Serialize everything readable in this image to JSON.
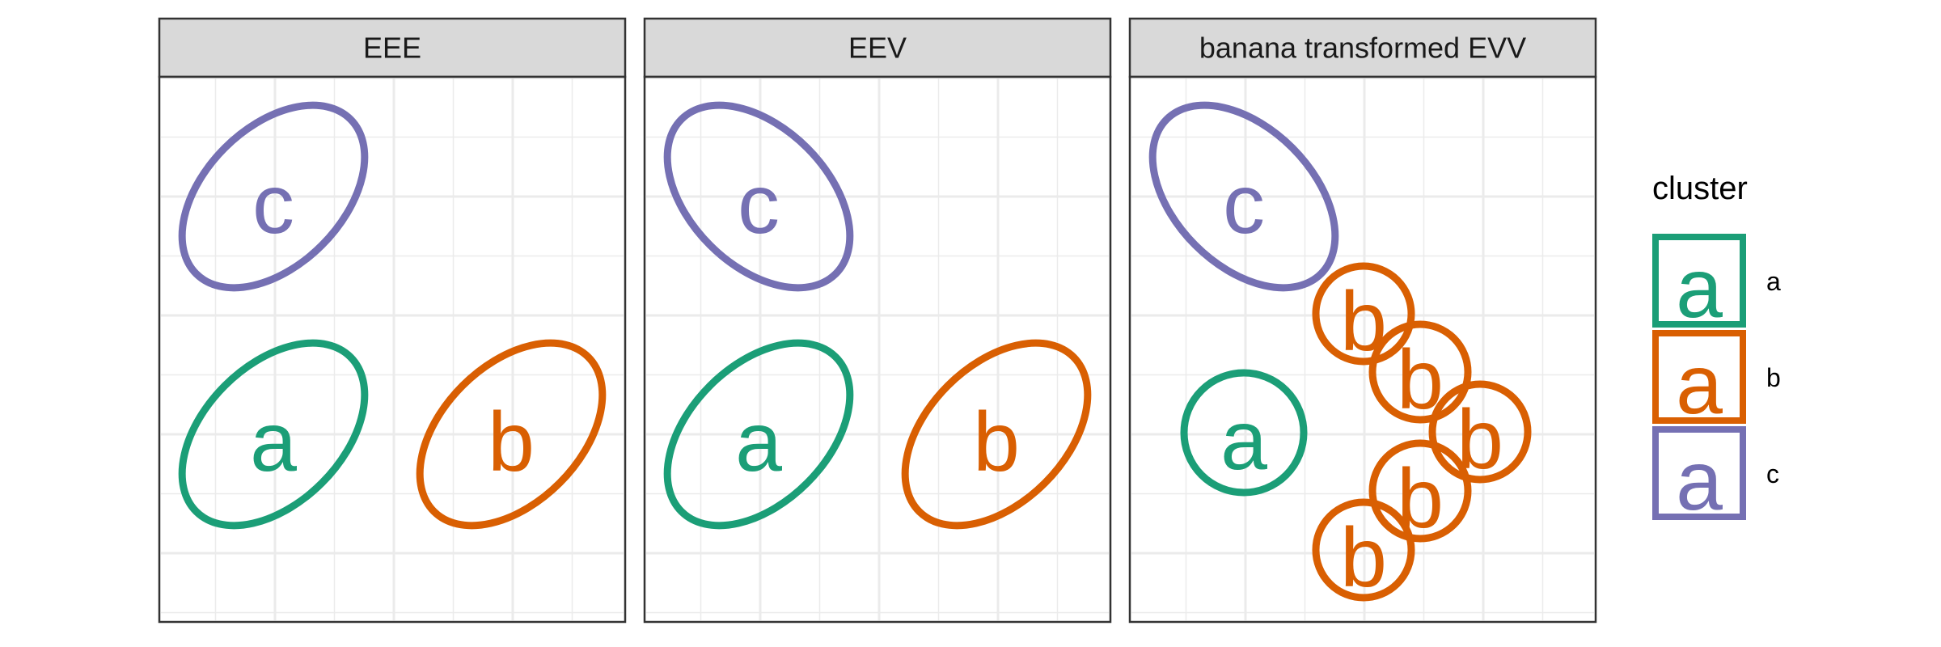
{
  "colors": {
    "a": "#1b9e77",
    "b": "#d95f02",
    "c": "#7570b3",
    "strip_background": "#d9d9d9",
    "panel_border": "#333333",
    "grid": "#ebebeb"
  },
  "panels": [
    {
      "title": "EEE",
      "clusters": [
        {
          "cluster": "c",
          "label": "c",
          "shape": "tilted-ellipse"
        },
        {
          "cluster": "a",
          "label": "a",
          "shape": "tilted-ellipse"
        },
        {
          "cluster": "b",
          "label": "b",
          "shape": "tilted-ellipse"
        }
      ]
    },
    {
      "title": "EEV",
      "clusters": [
        {
          "cluster": "c",
          "label": "c",
          "shape": "tilted-ellipse-reversed"
        },
        {
          "cluster": "a",
          "label": "a",
          "shape": "tilted-ellipse"
        },
        {
          "cluster": "b",
          "label": "b",
          "shape": "tilted-ellipse"
        }
      ]
    },
    {
      "title": "banana transformed EVV",
      "clusters": [
        {
          "cluster": "c",
          "label": "c",
          "shape": "tilted-ellipse-reversed"
        },
        {
          "cluster": "a",
          "label": "a",
          "shape": "circle"
        },
        {
          "cluster": "b",
          "label": "b",
          "shape": "circle"
        },
        {
          "cluster": "b",
          "label": "b",
          "shape": "circle"
        },
        {
          "cluster": "b",
          "label": "b",
          "shape": "circle"
        },
        {
          "cluster": "b",
          "label": "b",
          "shape": "circle"
        },
        {
          "cluster": "b",
          "label": "b",
          "shape": "circle"
        }
      ]
    }
  ],
  "legend": {
    "title": "cluster",
    "key_glyph": "a",
    "items": [
      {
        "cluster": "a",
        "label": "a"
      },
      {
        "cluster": "b",
        "label": "b"
      },
      {
        "cluster": "c",
        "label": "c"
      }
    ]
  }
}
